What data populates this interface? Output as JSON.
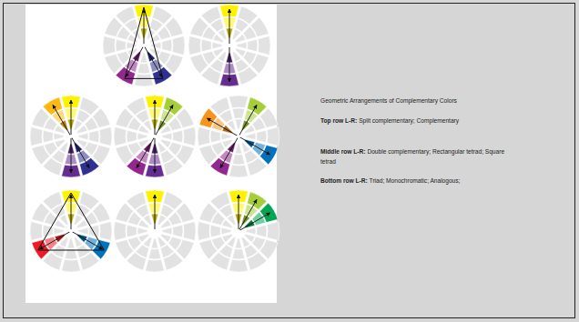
{
  "diagram": {
    "title": "Geometric Arrangements of Complementary Colors",
    "labels": [
      "Top row L-R:",
      "Split complementary; Complementary",
      "Middle row L-R:",
      "Double complementary; Rectangular tetrad; Square tetrad",
      "Bottom row L-R:",
      "Triad; Monochromatic; Analogous;"
    ]
  }
}
